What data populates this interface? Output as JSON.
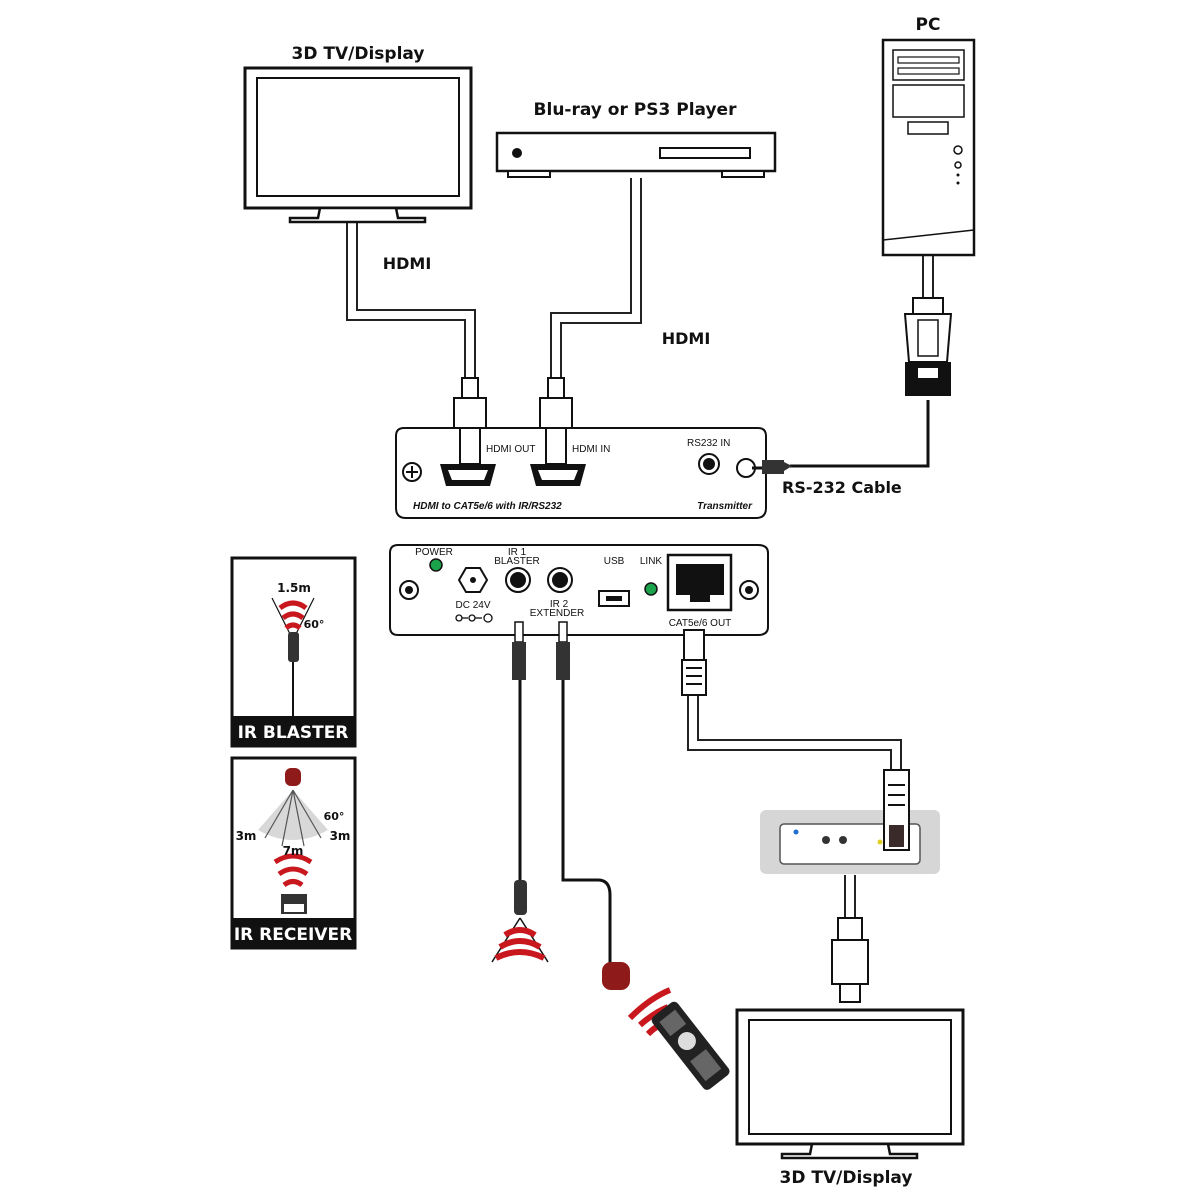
{
  "labels": {
    "tv_top": "3D TV/Display",
    "player": "Blu-ray or PS3 Player",
    "pc": "PC",
    "hdmi_left": "HDMI",
    "hdmi_right": "HDMI",
    "rs232_cable": "RS-232 Cable",
    "tv_bottom": "3D TV/Display"
  },
  "transmitter_front": {
    "hdmi_out": "HDMI OUT",
    "hdmi_in": "HDMI IN",
    "rs232_in": "RS232 IN",
    "model": "HDMI to CAT5e/6 with IR/RS232",
    "type": "Transmitter"
  },
  "transmitter_rear": {
    "power": "POWER",
    "ir1_line1": "IR 1",
    "ir1_line2": "BLASTER",
    "dc": "DC 24V",
    "ir2_line1": "IR 2",
    "ir2_line2": "EXTENDER",
    "usb": "USB",
    "link": "LINK",
    "cat_out": "CAT5e/6 OUT"
  },
  "ir_blaster_panel": {
    "distance": "1.5m",
    "angle": "60°",
    "title": "IR BLASTER"
  },
  "ir_receiver_panel": {
    "angle": "60°",
    "left": "3m",
    "right": "3m",
    "distance": "7m",
    "title": "IR RECEIVER"
  },
  "colors": {
    "ir_red": "#c8181e",
    "led_green": "#1aa34a",
    "panel_dark": "#111111"
  }
}
